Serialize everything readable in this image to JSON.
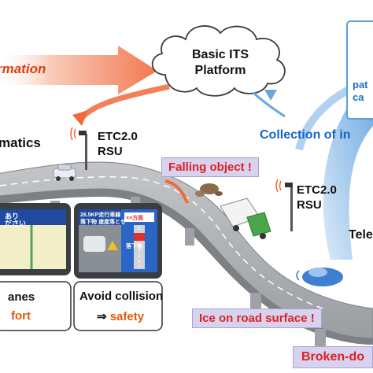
{
  "cloud": {
    "label": "Basic ITS Platform"
  },
  "labels": {
    "information_arrow": "rmation",
    "telematics": "matics",
    "etc_rsu_left": "ETC2.0 RSU",
    "etc_rsu_right": "ETC2.0 RSU",
    "collection": "Collection of in",
    "falling_object": "Falling object !",
    "ice": "Ice on road surface !",
    "broken": "Broken-do",
    "tele": "Tele",
    "lanes": "anes",
    "comfort": "fort",
    "avoid_collision": "Avoid collision",
    "safety_arrow": "⇒",
    "safety": "safety",
    "patrol": "pat ca"
  },
  "panels": {
    "left": {
      "line1": "あり",
      "line2": "ださい"
    },
    "center": {
      "line1": "26.5KP走行車線",
      "line2": "落下物 速度落とせ",
      "sign_top": "××方面",
      "sign_mid": "落下物"
    }
  },
  "colors": {
    "road": "#a9acb0",
    "road_edge": "#7d8085",
    "info_arrow": "#f06a3c",
    "collection_arrow": "#7fb4e6",
    "cloud_stroke": "#3a3a3a",
    "label_red": "#e02020",
    "label_bg": "#d7d2ee"
  }
}
